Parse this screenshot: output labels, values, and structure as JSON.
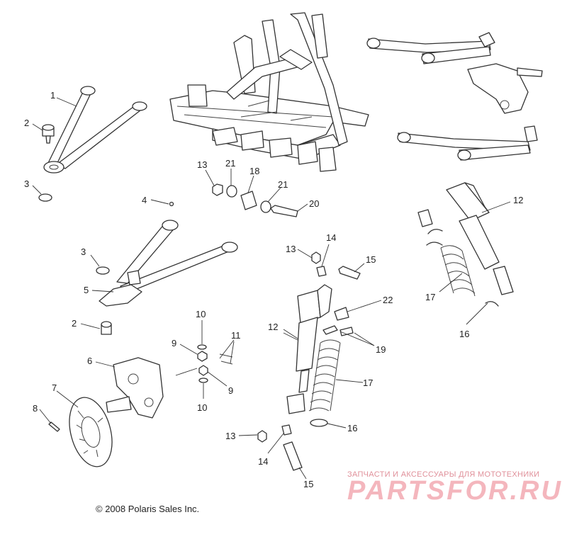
{
  "footer": {
    "copyright": "© 2008 Polaris Sales Inc."
  },
  "watermark": {
    "tagline": "ЗАПЧАСТИ И АКСЕССУАРЫ ДЛЯ МОТОТЕХНИКИ",
    "logo": "PARTSFOR.RU"
  },
  "callouts": [
    "1",
    "2",
    "3",
    "4",
    "3",
    "5",
    "2",
    "6",
    "7",
    "8",
    "13",
    "21",
    "18",
    "21",
    "20",
    "10",
    "9",
    "11",
    "9",
    "10",
    "13",
    "14",
    "15",
    "12",
    "22",
    "19",
    "17",
    "16",
    "13",
    "14",
    "15",
    "12",
    "17",
    "16"
  ],
  "colors": {
    "line": "#333333",
    "watermark": "#f4b6bd"
  }
}
